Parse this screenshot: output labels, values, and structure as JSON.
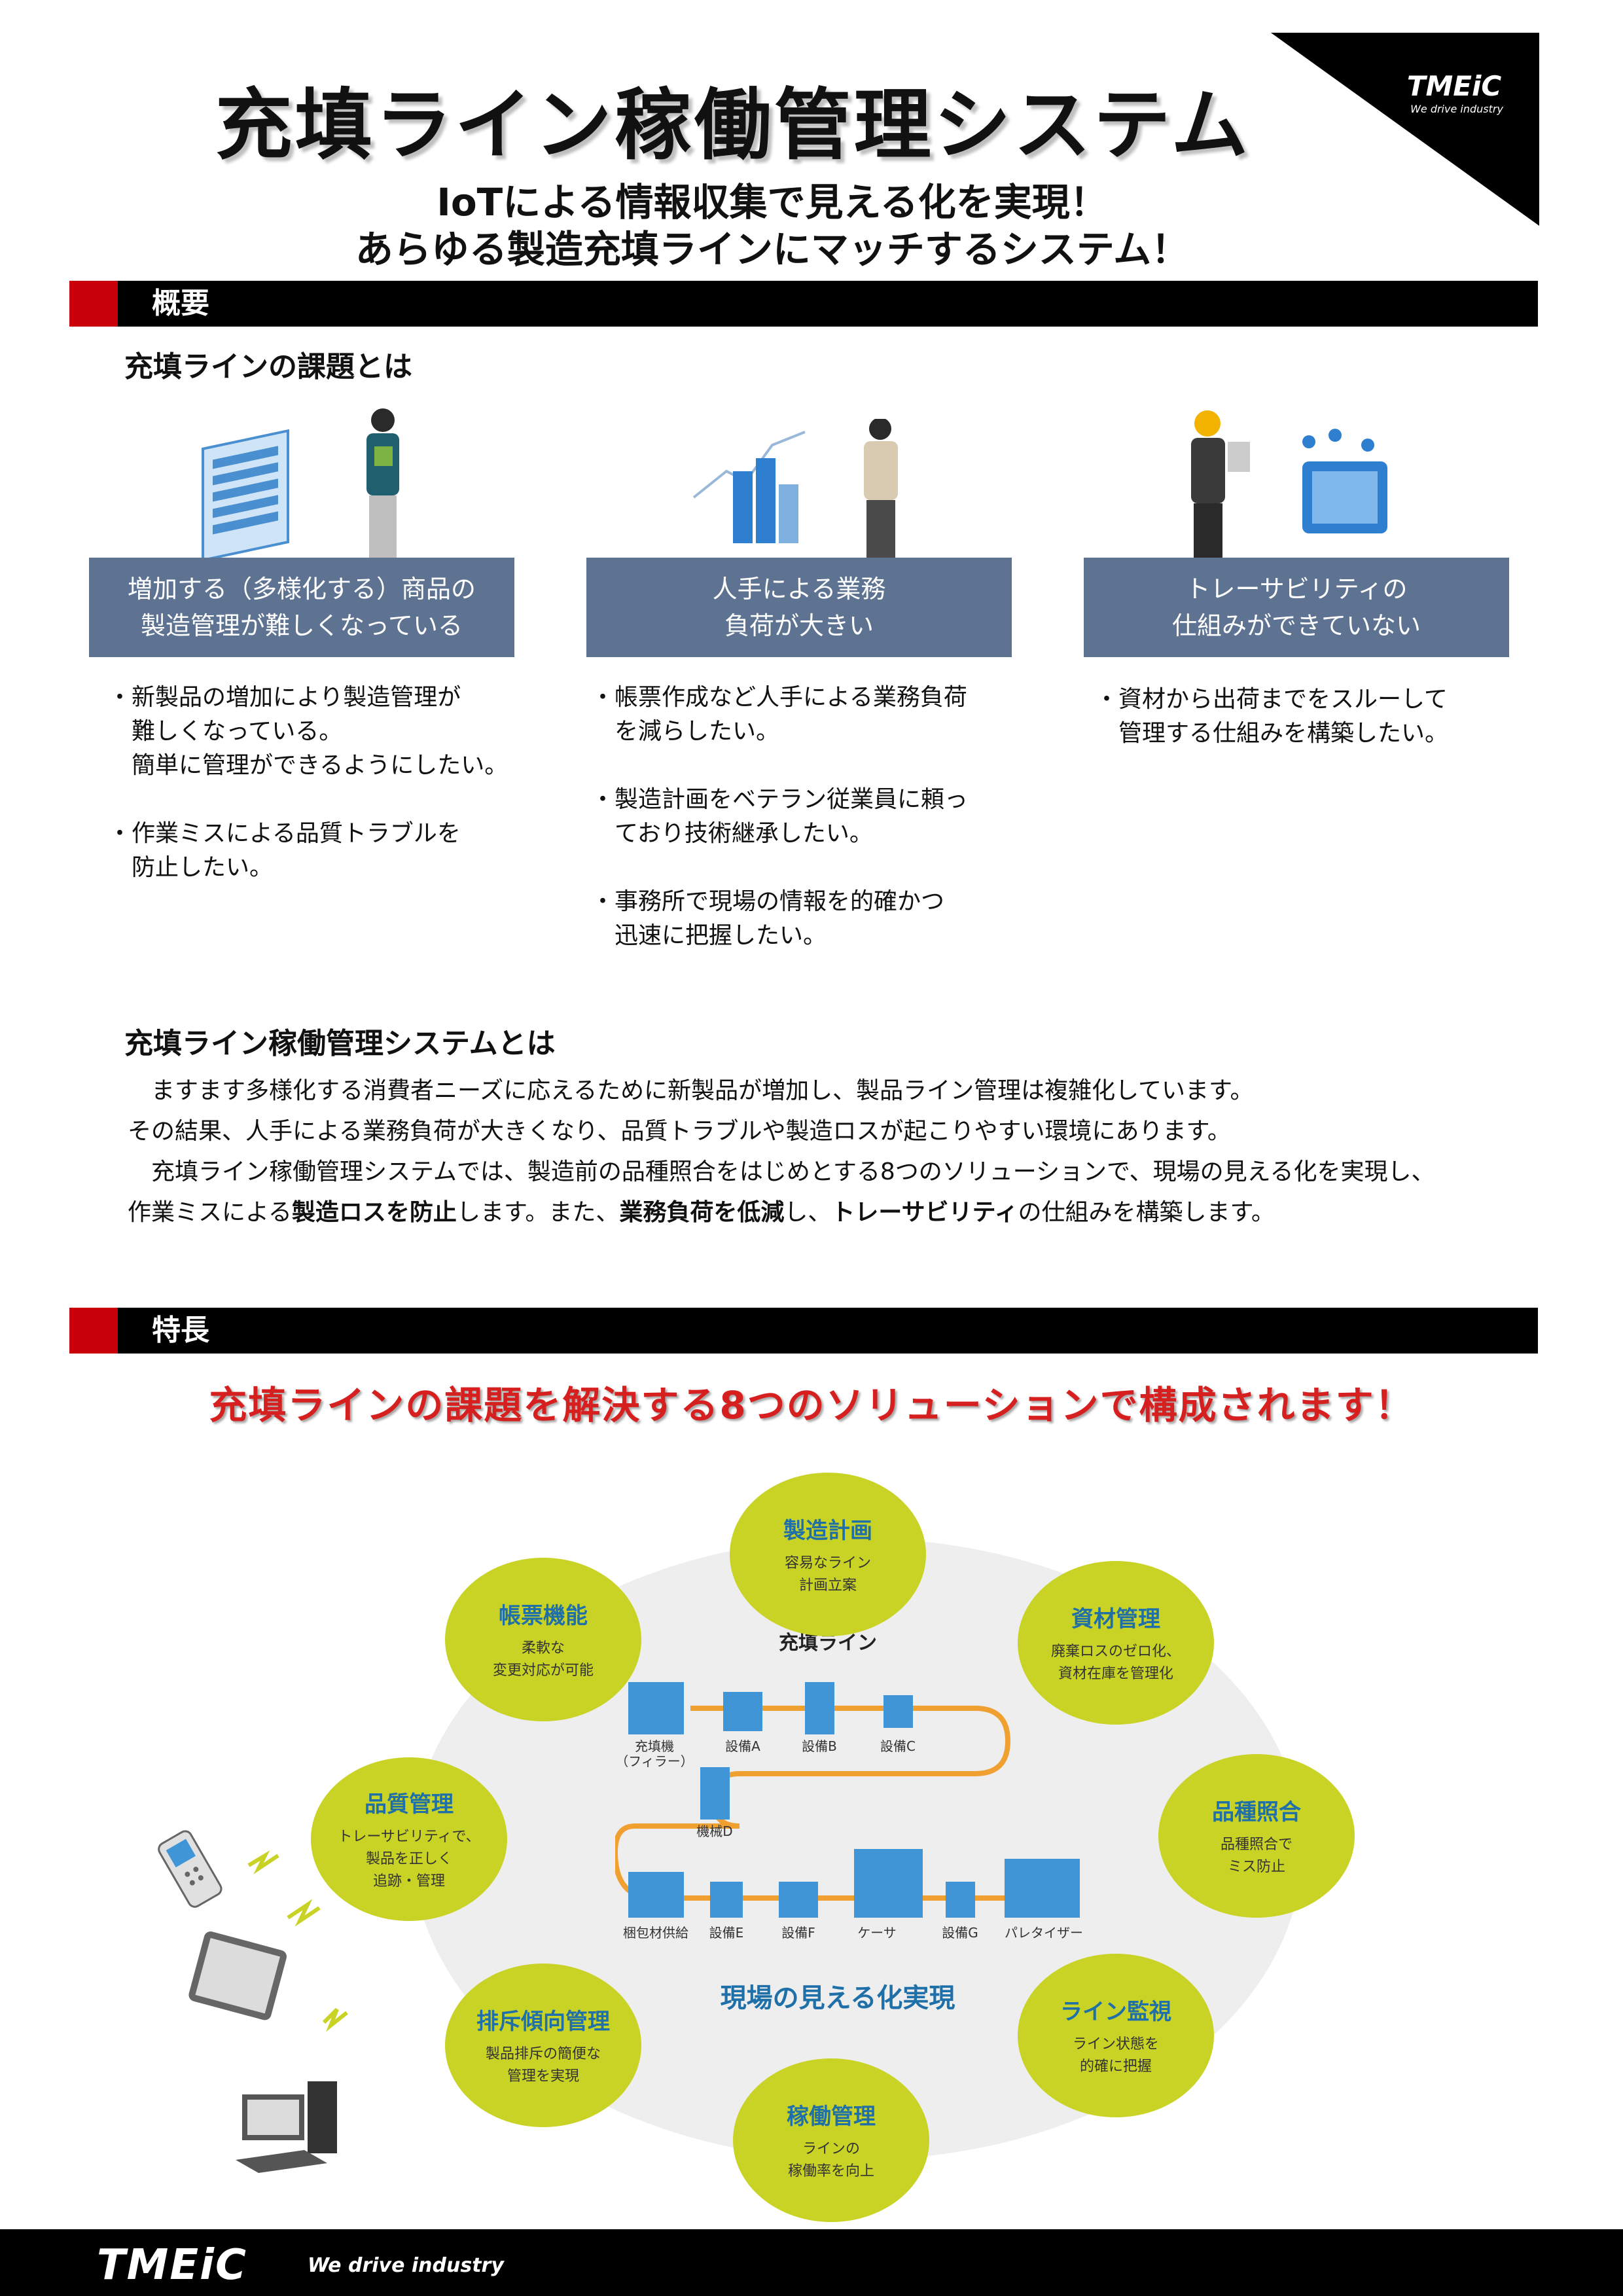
{
  "header": {
    "title": "充填ライン稼働管理システム",
    "subtitle_line1": "IoTによる情報収集で見える化を実現！",
    "subtitle_line2": "あらゆる製造充填ラインにマッチするシステム！",
    "logo_text": "TMEiC",
    "logo_tagline": "We drive industry"
  },
  "overview": {
    "section_label": "概要",
    "challenges_heading": "充填ラインの課題とは",
    "challenges": [
      {
        "banner_line1": "増加する（多様化する）商品の",
        "banner_line2": "製造管理が難しくなっている",
        "bullets": "・新製品の増加により製造管理が\n　難しくなっている。\n　簡単に管理ができるようにしたい。\n\n・作業ミスによる品質トラブルを\n　防止したい。"
      },
      {
        "banner_line1": "人手による業務",
        "banner_line2": "負荷が大きい",
        "bullets": "・帳票作成など人手による業務負荷\n　を減らしたい。\n\n・製造計画をベテラン従業員に頼っ\n　ており技術継承したい。\n\n・事務所で現場の情報を的確かつ\n　迅速に把握したい。"
      },
      {
        "banner_line1": "トレーサビリティの",
        "banner_line2": "仕組みができていない",
        "bullets": "・資材から出荷までをスルーして\n　管理する仕組みを構築したい。"
      }
    ],
    "system_heading": "充填ライン稼働管理システムとは",
    "para1": "　ますます多様化する消費者ニーズに応えるために新製品が増加し、製品ライン管理は複雑化しています。",
    "para2": "その結果、人手による業務負荷が大きくなり、品質トラブルや製造ロスが起こりやすい環境にあります。",
    "para3": "　充填ライン稼働管理システムでは、製造前の品種照合をはじめとする8つのソリューションで、現場の見える化を実現し、",
    "para4_a": "作業ミスによる",
    "para4_b": "製造ロスを防止",
    "para4_c": "します。また、",
    "para4_d": "業務負荷を低減",
    "para4_e": "し、",
    "para4_f": "トレーサビリティ",
    "para4_g": "の仕組みを構築します。"
  },
  "features": {
    "section_label": "特長",
    "catchphrase": "充填ラインの課題を解決する8つのソリューションで構成されます！",
    "line_title": "充填ライン",
    "center_label": "現場の見える化実現",
    "equipment": {
      "filler": "充填機\n（フィラー）",
      "a": "設備A",
      "b": "設備B",
      "c": "設備C",
      "d": "機械D",
      "packing": "梱包材供給",
      "e": "設備E",
      "f": "設備F",
      "caser": "ケーサ",
      "g": "設備G",
      "palletizer": "パレタイザー"
    },
    "solutions": [
      {
        "title": "製造計画",
        "desc": "容易なライン\n計画立案"
      },
      {
        "title": "資材管理",
        "desc": "廃棄ロスのゼロ化、\n資材在庫を管理化"
      },
      {
        "title": "品種照合",
        "desc": "品種照合で\nミス防止"
      },
      {
        "title": "ライン監視",
        "desc": "ライン状態を\n的確に把握"
      },
      {
        "title": "稼働管理",
        "desc": "ラインの\n稼働率を向上"
      },
      {
        "title": "排斥傾向管理",
        "desc": "製品排斥の簡便な\n管理を実現"
      },
      {
        "title": "品質管理",
        "desc": "トレーサビリティで、\n製品を正しく\n追跡・管理"
      },
      {
        "title": "帳票機能",
        "desc": "柔軟な\n変更対応が可能"
      }
    ]
  },
  "footer": {
    "logo_text": "TMEiC",
    "tagline": "We drive industry"
  },
  "colors": {
    "accent_red": "#c8000a",
    "banner_blue": "#5d7391",
    "circle_green": "#c9d325",
    "equipment_blue": "#3f95d6",
    "conveyor_orange": "#f0a030"
  }
}
